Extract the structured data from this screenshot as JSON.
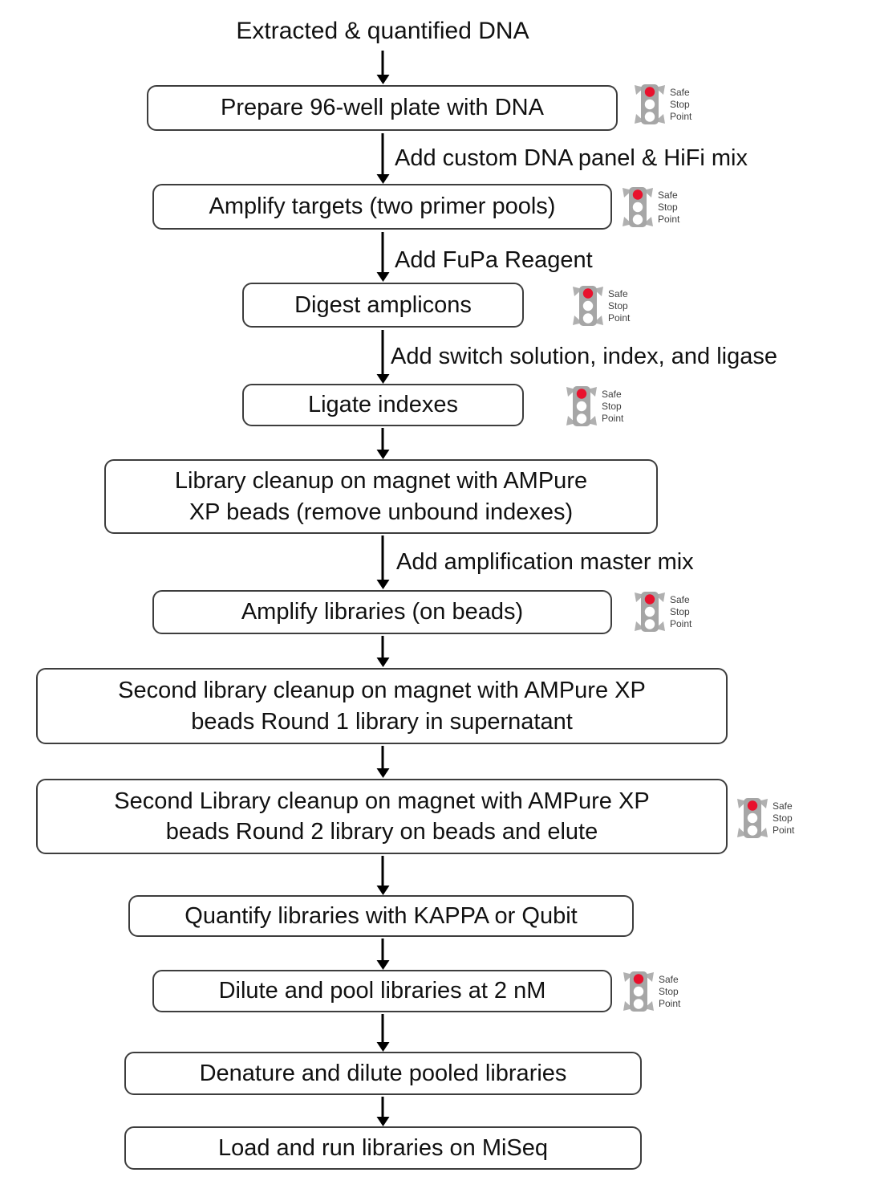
{
  "title": "Extracted & quantified DNA",
  "safe_stop_label": "Safe\nStop\nPoint",
  "colors": {
    "stop_light_red": "#e8112d",
    "traffic_light_gray": "#a6a6a6",
    "box_border": "#3d3d3d",
    "text": "#111111"
  },
  "nodes": [
    {
      "label": "Prepare 96-well plate with DNA",
      "safe_stop_point": true
    },
    {
      "label": "Amplify targets (two primer pools)",
      "safe_stop_point": true
    },
    {
      "label": "Digest amplicons",
      "safe_stop_point": true
    },
    {
      "label": "Ligate indexes",
      "safe_stop_point": true
    },
    {
      "label": "Library cleanup on magnet with AMPure\nXP beads (remove unbound indexes)",
      "safe_stop_point": false
    },
    {
      "label": "Amplify libraries (on beads)",
      "safe_stop_point": true
    },
    {
      "label": "Second library cleanup on magnet with AMPure XP\nbeads Round 1 library in supernatant",
      "safe_stop_point": false
    },
    {
      "label": "Second Library cleanup on magnet with AMPure XP\nbeads Round 2 library on beads and elute",
      "safe_stop_point": true
    },
    {
      "label": "Quantify libraries with KAPPA or Qubit",
      "safe_stop_point": false
    },
    {
      "label": "Dilute and pool libraries at 2 nM",
      "safe_stop_point": true
    },
    {
      "label": "Denature and dilute pooled libraries",
      "safe_stop_point": false
    },
    {
      "label": "Load and run libraries on MiSeq",
      "safe_stop_point": false
    }
  ],
  "edge_labels": [
    "Add custom DNA panel & HiFi mix",
    "Add FuPa Reagent",
    "Add switch solution, index, and ligase",
    "Add amplification master mix"
  ]
}
